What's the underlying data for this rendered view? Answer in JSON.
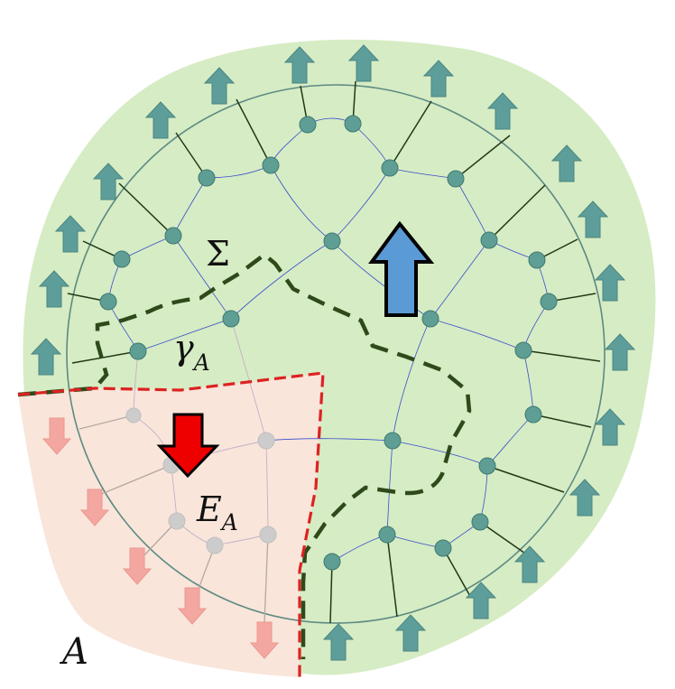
{
  "labels": {
    "sigma": "Σ",
    "gamma": "γ",
    "gamma_sub": "A",
    "energy": "E",
    "energy_sub": "A",
    "region": "A"
  },
  "colors": {
    "bulk_fill": "#d6ecc4",
    "region_fill": "#f9e5da",
    "node": "#5e9e94",
    "node_faded": "#cccccc",
    "edge": "#3a4fcc",
    "leg": "#203818",
    "boundary_circle": "#5c8a82",
    "arrow_outer": "#5e9e9a",
    "arrow_faded": "#f4a7a0",
    "arrow_up_big": "#5b9bd5",
    "arrow_down_big": "#ee0000",
    "cut_dashed": "#2f4a1a",
    "region_dashed": "#dd2222"
  }
}
